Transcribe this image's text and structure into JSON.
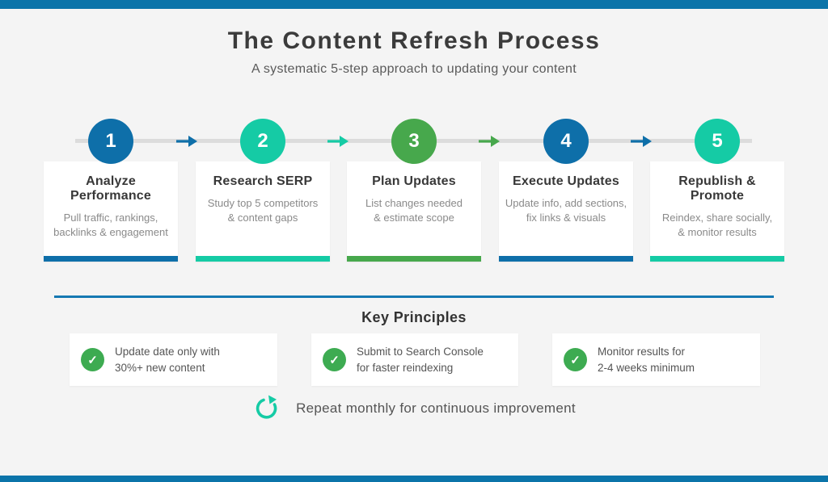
{
  "header": {
    "title": "The Content Refresh Process",
    "subtitle": "A systematic 5-step approach to updating your content"
  },
  "steps": [
    {
      "number": "1",
      "accent": "blue",
      "title": "Analyze Performance",
      "desc_line1": "Pull traffic, rankings,",
      "desc_line2": "backlinks & engagement"
    },
    {
      "number": "2",
      "accent": "teal",
      "title": "Research SERP",
      "desc_line1": "Study top 5 competitors",
      "desc_line2": "& content gaps"
    },
    {
      "number": "3",
      "accent": "green",
      "title": "Plan Updates",
      "desc_line1": "List changes needed",
      "desc_line2": "& estimate scope"
    },
    {
      "number": "4",
      "accent": "blue",
      "title": "Execute Updates",
      "desc_line1": "Update info, add sections,",
      "desc_line2": "fix links & visuals"
    },
    {
      "number": "5",
      "accent": "teal",
      "title": "Republish & Promote",
      "desc_line1": "Reindex, share socially,",
      "desc_line2": "& monitor results"
    }
  ],
  "arrows": [
    {
      "color": "blue"
    },
    {
      "color": "teal"
    },
    {
      "color": "green"
    },
    {
      "color": "blue"
    }
  ],
  "principles": {
    "heading": "Key Principles",
    "items": [
      {
        "line1": "Update date only with",
        "line2": "30%+ new content"
      },
      {
        "line1": "Submit to Search Console",
        "line2": "for faster reindexing"
      },
      {
        "line1": "Monitor results for",
        "line2": "2-4 weeks minimum"
      }
    ]
  },
  "footer": {
    "repeat_note": "Repeat monthly for continuous improvement"
  },
  "icons": {
    "check_glyph": "✓",
    "principle_check": "check-icon",
    "repeat": "refresh-icon",
    "step_arrow": "arrow-right-icon"
  },
  "colors": {
    "blue": "#0e6fa9",
    "teal": "#15cba5",
    "green": "#47a84c",
    "check_green": "#3dab51",
    "bar_blue": "#0b74a9",
    "divider_blue": "#1578b2",
    "track_gray": "#dcdcdc",
    "bg": "#f4f4f4",
    "card_white": "#ffffff"
  }
}
